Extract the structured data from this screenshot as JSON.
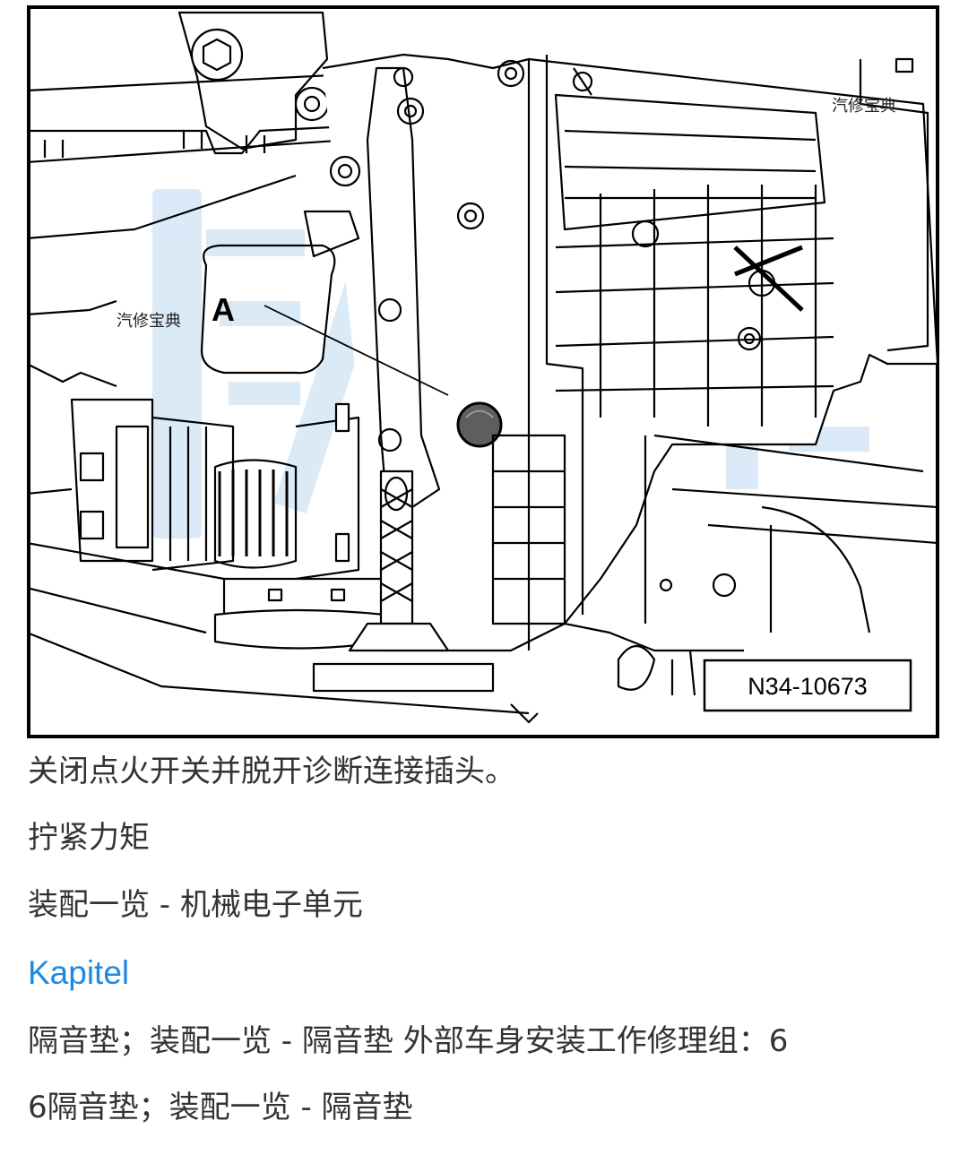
{
  "figure": {
    "callout_label": "A",
    "watermark_small": "汽修宝典",
    "part_number": "N34-10673"
  },
  "content": {
    "step_text": "关闭点火开关并脱开诊断连接插头。",
    "torque_text": "拧紧力矩",
    "assembly_text": "装配一览 - 机械电子单元",
    "chapter_link": "Kapitel",
    "insulation_line1": "隔音垫；装配一览 - 隔音垫 外部车身安装工作修理组：6",
    "insulation_line2": "6隔音垫；装配一览 - 隔音垫"
  },
  "colors": {
    "link": "#1e88e5",
    "text": "#333333",
    "watermark": "#cfe3f5"
  }
}
